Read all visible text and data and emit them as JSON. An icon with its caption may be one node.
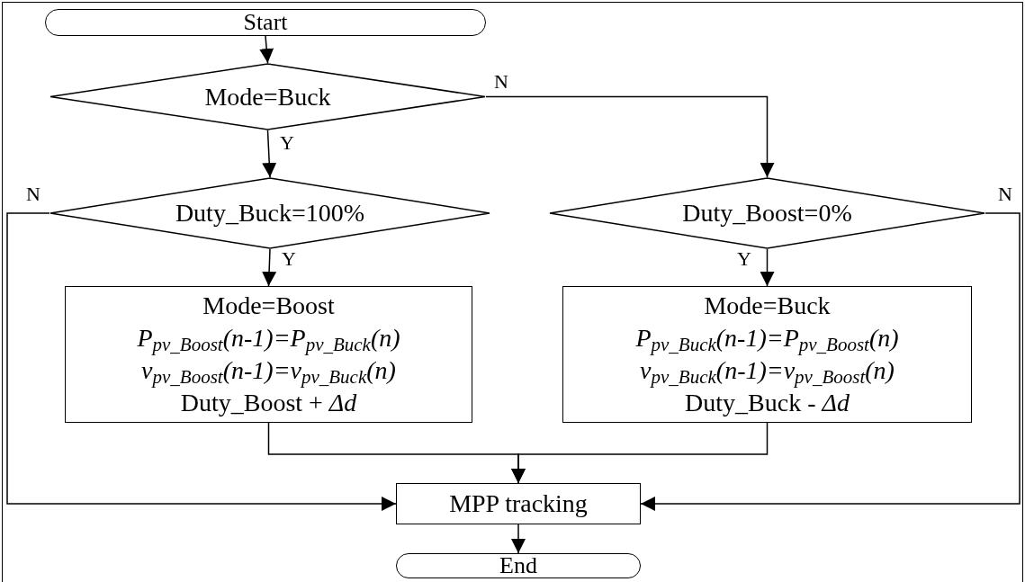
{
  "diagram": {
    "nodes": [
      {
        "text": [
          "Start"
        ]
      },
      {
        "text": [
          "Mode=Buck"
        ]
      },
      {
        "text": [
          "Duty_Buck=100%"
        ]
      },
      {
        "text": [
          "Duty_Boost=0%"
        ]
      },
      {
        "text": [
          "Mode=Boost",
          "P$_{pv_Boost}$(n-1)=P$_{pv_Buck}$(n)",
          "v$_{pv_Boost}$(n-1)=v$_{pv_Buck}$(n)",
          "Duty_Boost + *Δd*"
        ]
      },
      {
        "text": [
          "Mode=Buck",
          "P$_{pv_Buck}$(n-1)=P$_{pv_Boost}$(n)",
          "v$_{pv_Buck}$(n-1)=v$_{pv_Boost}$(n)",
          "Duty_Buck - *Δd*"
        ]
      },
      {
        "text": [
          "MPP tracking"
        ]
      },
      {
        "text": [
          "End"
        ]
      }
    ],
    "edges": [
      {
        "from": 0,
        "to": 1,
        "arrow": "to"
      },
      {
        "from": 1,
        "to": 2,
        "arrow": "to",
        "label": "Y"
      },
      {
        "from": 1,
        "to": 3,
        "arrow": "to",
        "label": "N"
      },
      {
        "from": 2,
        "to": 4,
        "arrow": "to",
        "label": "Y"
      },
      {
        "from": 3,
        "to": 5,
        "arrow": "to",
        "label": "Y"
      },
      {
        "from": 2,
        "to": 6,
        "arrow": "to",
        "label": "N"
      },
      {
        "from": 3,
        "to": 6,
        "arrow": "to",
        "label": "N"
      },
      {
        "from": 4,
        "to": 6,
        "arrow": "to"
      },
      {
        "from": 5,
        "to": 6,
        "arrow": "to"
      },
      {
        "from": 6,
        "to": 7,
        "arrow": "to"
      }
    ]
  }
}
